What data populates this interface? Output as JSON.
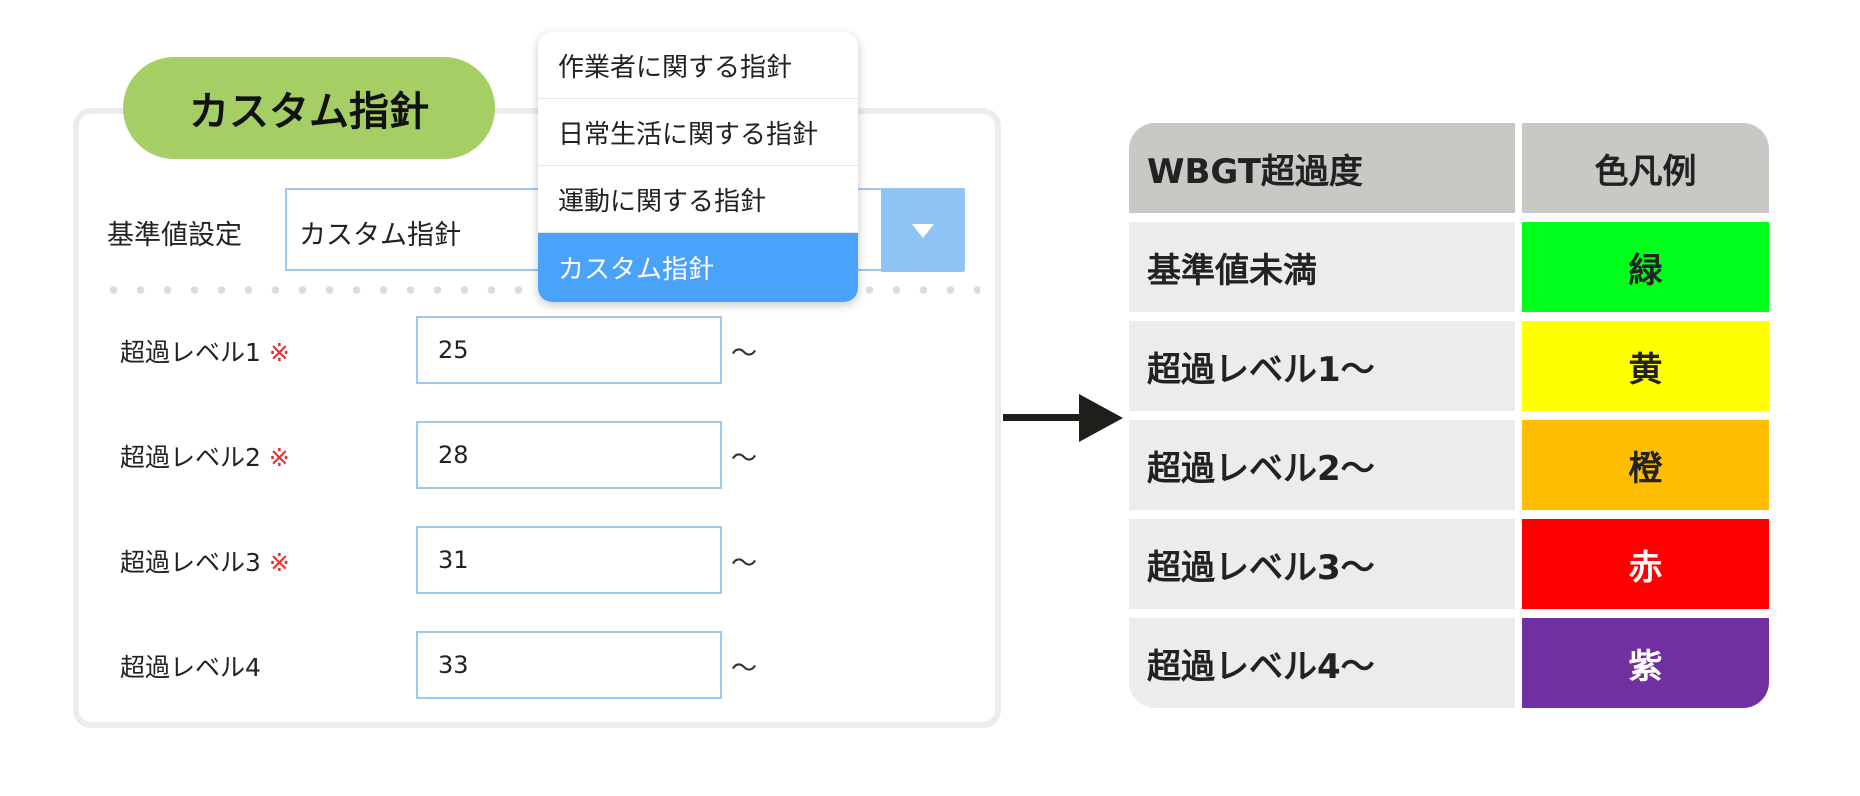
{
  "title": "カスタム指針",
  "standard_setting": {
    "label": "基準値設定",
    "selected": "カスタム指針",
    "arrow_icon": "triangle-down-icon"
  },
  "dropdown": {
    "options": [
      "作業者に関する指針",
      "日常生活に関する指針",
      "運動に関する指針",
      "カスタム指針"
    ],
    "selected_index": 3,
    "selected_color": "#4aa3fb"
  },
  "levels": [
    {
      "label": "超過レベル1",
      "required": "※",
      "value": "25",
      "suffix": "〜"
    },
    {
      "label": "超過レベル2",
      "required": "※",
      "value": "28",
      "suffix": "〜"
    },
    {
      "label": "超過レベル3",
      "required": "※",
      "value": "31",
      "suffix": "〜"
    },
    {
      "label": "超過レベル4",
      "required": "",
      "value": "33",
      "suffix": "〜"
    }
  ],
  "legend": {
    "header": {
      "col1": "WBGT超過度",
      "col2": "色凡例"
    },
    "rows": [
      {
        "name": "基準値未満",
        "color_label": "緑",
        "color": "#00ff1a",
        "text_color": "#222222"
      },
      {
        "name": "超過レベル1〜",
        "color_label": "黄",
        "color": "#ffff00",
        "text_color": "#222222"
      },
      {
        "name": "超過レベル2〜",
        "color_label": "橙",
        "color": "#ffbf00",
        "text_color": "#222222"
      },
      {
        "name": "超過レベル3〜",
        "color_label": "赤",
        "color": "#ff0000",
        "text_color": "#ffffff"
      },
      {
        "name": "超過レベル4〜",
        "color_label": "紫",
        "color": "#7030a0",
        "text_color": "#ffffff"
      }
    ]
  },
  "colors": {
    "title_pill": "#a5cf64",
    "input_border": "#9cc9f0",
    "select_button": "#8fc4f4",
    "required_mark": "#e53030"
  }
}
